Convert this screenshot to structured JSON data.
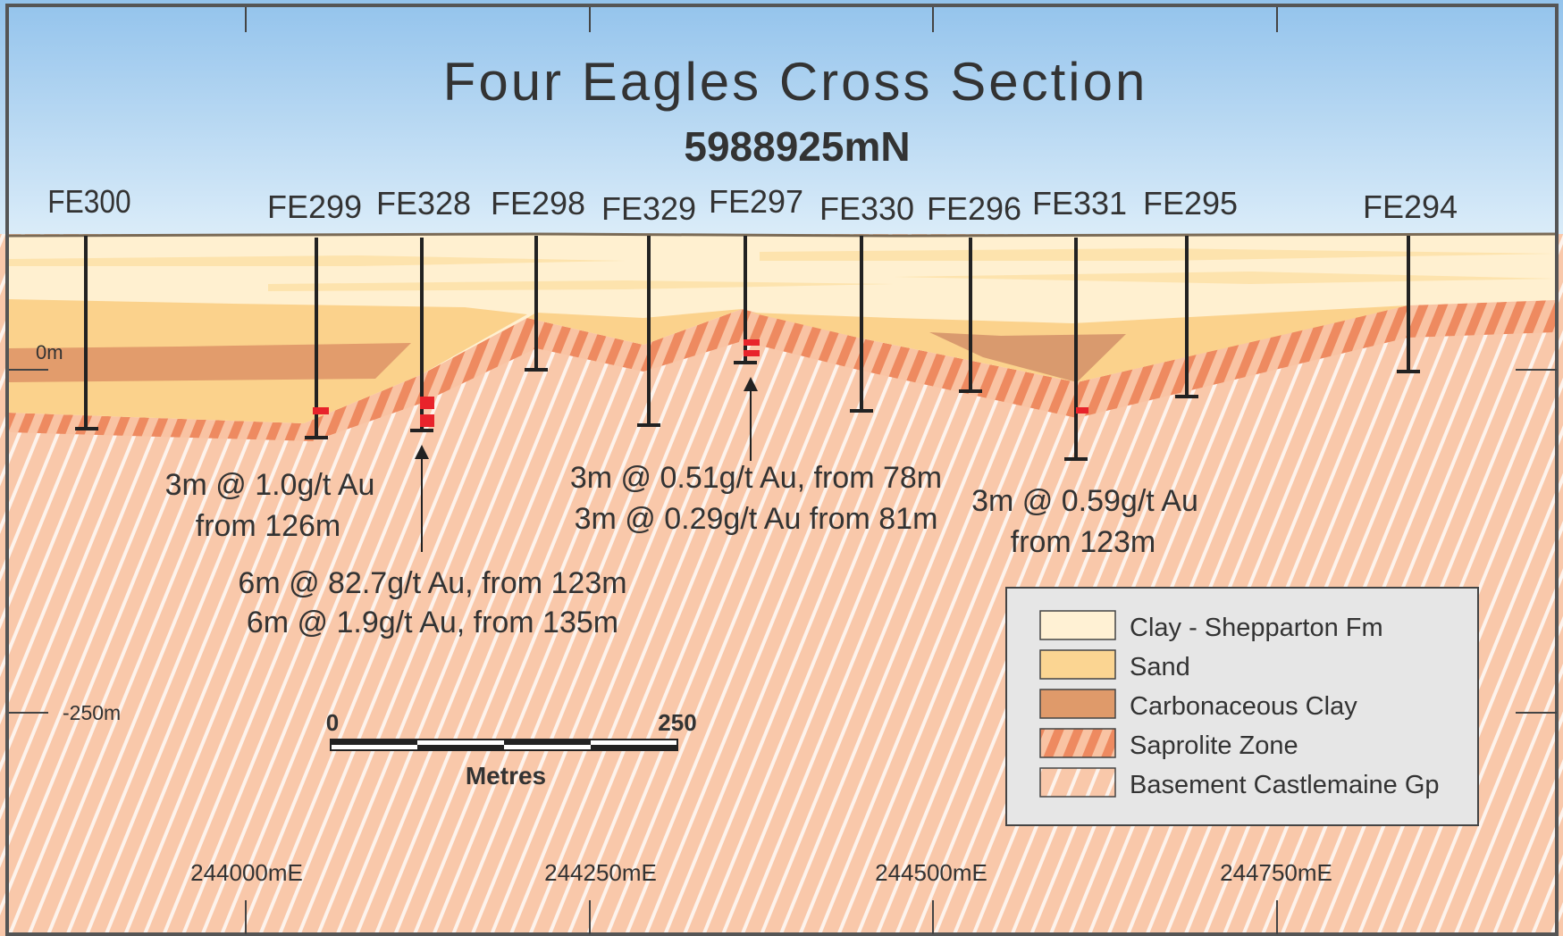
{
  "title": "Four Eagles Cross Section",
  "subtitle": "5988925mN",
  "holes": [
    {
      "label": "FE300"
    },
    {
      "label": "FE299"
    },
    {
      "label": "FE328"
    },
    {
      "label": "FE298"
    },
    {
      "label": "FE329"
    },
    {
      "label": "FE297"
    },
    {
      "label": "FE330"
    },
    {
      "label": "FE296"
    },
    {
      "label": "FE331"
    },
    {
      "label": "FE295"
    },
    {
      "label": "FE294"
    }
  ],
  "elevation_labels": [
    "0m",
    "-250m"
  ],
  "easting_labels": [
    "244000mE",
    "244250mE",
    "244500mE",
    "244750mE"
  ],
  "annotations": [
    {
      "lines": [
        "3m @ 1.0g/t Au",
        "from 126m"
      ]
    },
    {
      "lines": [
        "6m @ 82.7g/t Au, from 123m",
        "6m @ 1.9g/t Au, from 135m"
      ]
    },
    {
      "lines": [
        "3m @ 0.51g/t Au, from 78m",
        "3m @ 0.29g/t Au from 81m"
      ]
    },
    {
      "lines": [
        "3m @ 0.59g/t Au",
        "from 123m"
      ]
    }
  ],
  "scale_bar": {
    "start": "0",
    "end": "250",
    "unit": "Metres"
  },
  "legend": [
    {
      "label": "Clay - Shepparton Fm",
      "color": "#fff1d4"
    },
    {
      "label": "Sand",
      "color": "#fbd592"
    },
    {
      "label": "Carbonaceous Clay",
      "color": "#df9a6a"
    },
    {
      "label": "Saprolite Zone",
      "color": "#f2906a"
    },
    {
      "label": "Basement Castlemaine Gp",
      "color": "#f9c8aa"
    }
  ],
  "colors": {
    "sky_top": "#95c5ec",
    "sky_bottom": "#d9ecf9",
    "basement": "#f9c8aa",
    "saprolite": "#ef8c64",
    "intercept": "#e8232b"
  }
}
